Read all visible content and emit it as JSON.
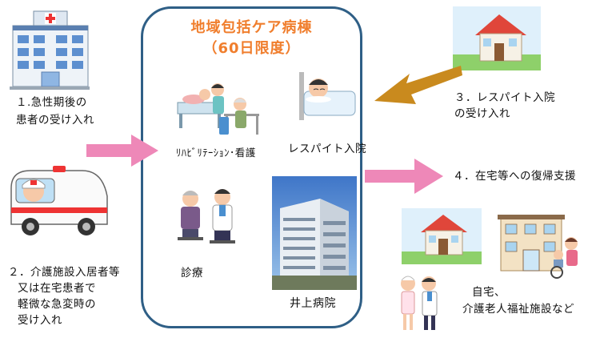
{
  "title": {
    "line1": "地域包括ケア病棟",
    "line2": "（60日限度）"
  },
  "items": {
    "acute": {
      "line1": "１.急性期後の",
      "line2": "患者の受け入れ"
    },
    "facility": {
      "line1": "２．介護施設入居者等",
      "line2": "又は在宅患者で",
      "line3": "軽微な急変時の",
      "line4": "受け入れ"
    },
    "respite": {
      "line1": "３．レスパイト入院",
      "line2": "の受け入れ"
    },
    "home_return": {
      "line1": "４．在宅等への復帰支援"
    }
  },
  "center": {
    "rehab": "ﾘﾊﾋﾞﾘﾃｰｼｮﾝ･看護",
    "respite_admission": "レスパイト入院",
    "treatment": "診療",
    "hospital_name": "井上病院"
  },
  "destination": {
    "line1": "自宅、",
    "line2": "介護老人福祉施設など"
  },
  "colors": {
    "box_border": "#2f5f86",
    "title": "#f07e2d",
    "pink_arrow": "#ee88b8",
    "orange_arrow": "#c98a1e"
  }
}
